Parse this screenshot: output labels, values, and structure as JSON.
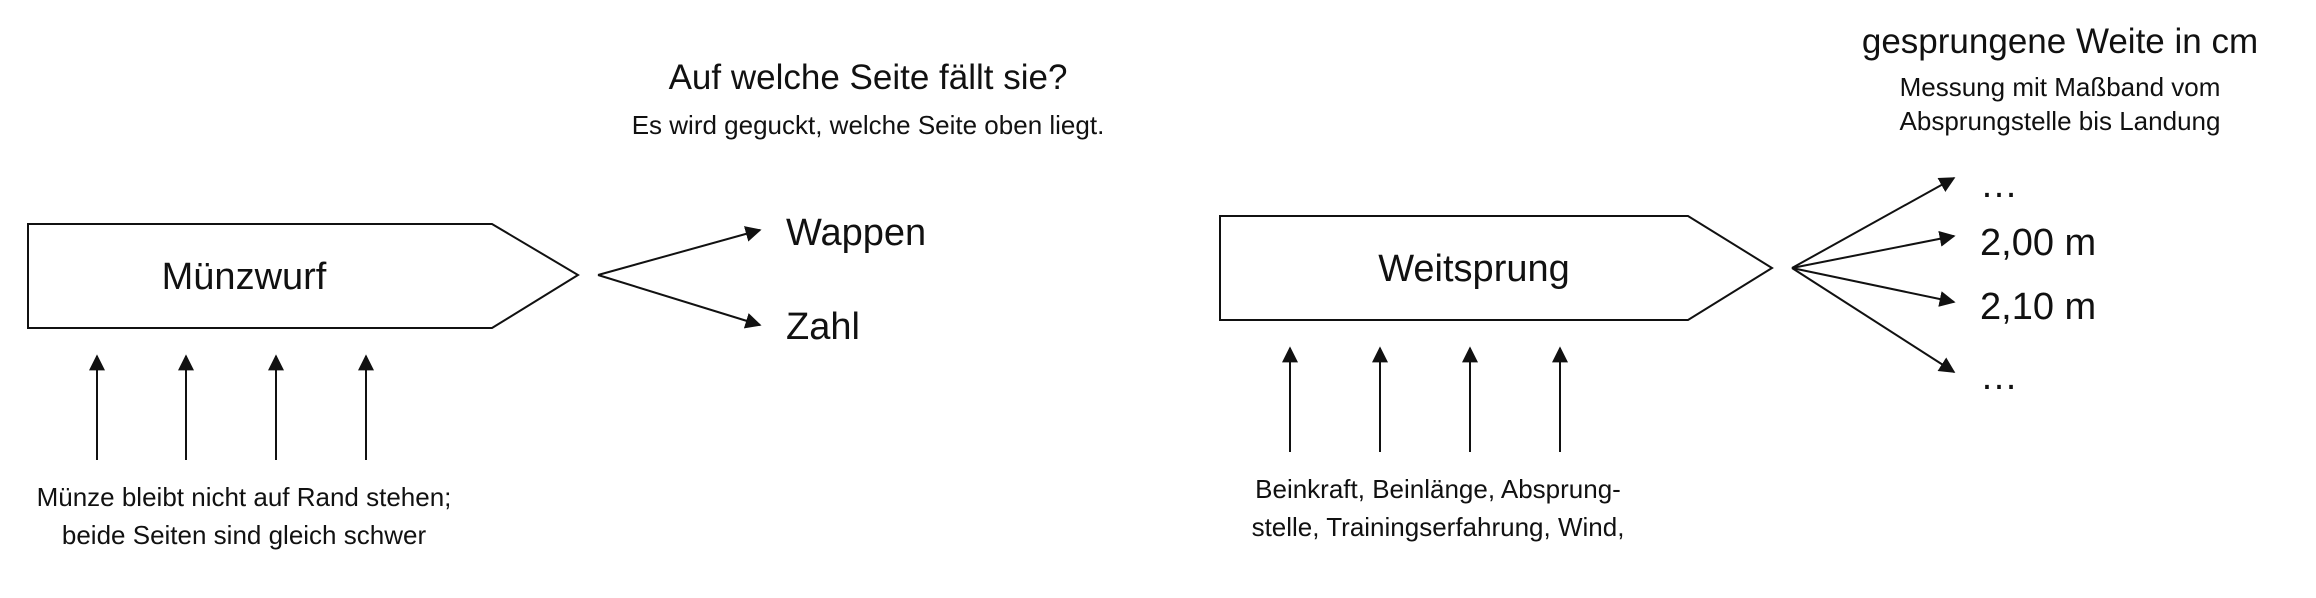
{
  "coin": {
    "process_label": "Münzwurf",
    "question_title": "Auf welche Seite fällt sie?",
    "question_note": "Es wird geguckt, welche Seite oben liegt.",
    "outcomes": [
      "Wappen",
      "Zahl"
    ],
    "conditions_line1": "Münze bleibt nicht auf Rand stehen;",
    "conditions_line2": "beide Seiten sind gleich schwer"
  },
  "jump": {
    "process_label": "Weitsprung",
    "question_title": "gesprungene Weite in cm",
    "question_note_line1": "Messung mit Maßband vom",
    "question_note_line2": "Absprungstelle bis Landung",
    "outcomes": [
      "…",
      "2,00 m",
      "2,10 m",
      "…"
    ],
    "conditions_line1": "Beinkraft, Beinlänge, Absprung-",
    "conditions_line2": "stelle, Trainingserfahrung, Wind,"
  },
  "colors": {
    "stroke": "#111111",
    "background": "#ffffff"
  }
}
